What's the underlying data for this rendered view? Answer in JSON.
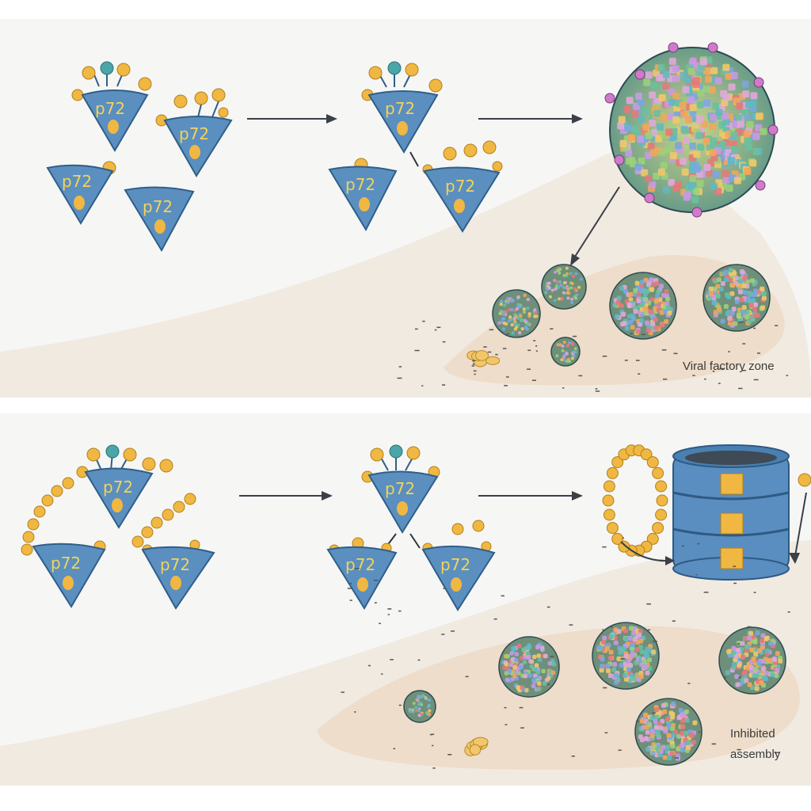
{
  "trimer_label": "p72",
  "captions": {
    "top": "Viral factory zone",
    "bottom": "Inhibited assembly"
  },
  "colors": {
    "trimer_fill": "#5b8fbf",
    "trimer_stroke": "#2f5f8a",
    "bead": "#f0b842",
    "bead_teal": "#4aa6a8",
    "factory_zone": "#f0e4d6",
    "arrow": "#3a3f48",
    "barrel": "#5a8ec0"
  },
  "icons": {
    "trimer": "p72-trimer-icon",
    "capsid": "assembled-capsid-icon",
    "barrel": "inhibitor-barrel-icon",
    "particle": "aggregate-particle-icon"
  }
}
